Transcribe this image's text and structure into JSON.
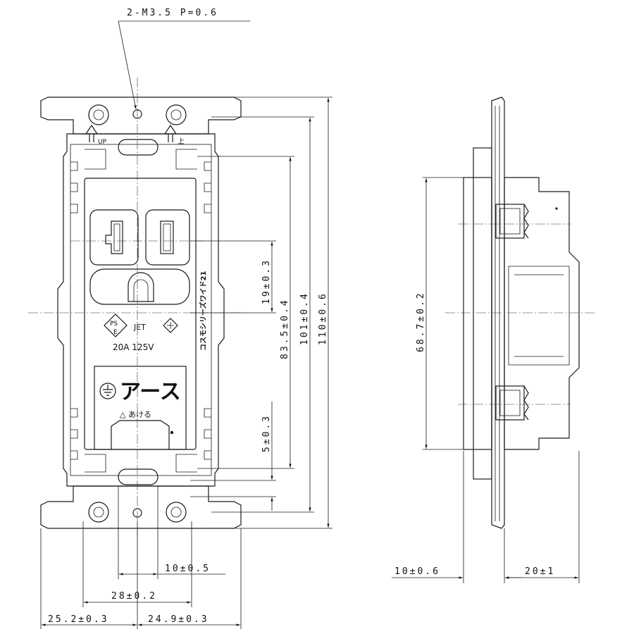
{
  "annotations": {
    "screw_spec": "2-M3.5 P=0.6"
  },
  "labels": {
    "up_arrow_left": "UP",
    "up_arrow_right": "上",
    "pse_top": "PS",
    "pse_bottom": "E",
    "jet": "JET",
    "rating": "20A 125V",
    "series_text": "コスモシリーズワイド21",
    "earth_label": "アース",
    "open_label": "△ あける"
  },
  "dimensions": {
    "vertical": {
      "d19": "19±0.3",
      "d83_5": "83.5±0.4",
      "d101": "101±0.4",
      "d110": "110±0.6",
      "d5": "5±0.3",
      "d68_7": "68.7±0.2"
    },
    "horizontal": {
      "d10": "10±0.5",
      "d28": "28±0.2",
      "d25_2": "25.2±0.3",
      "d24_9": "24.9±0.3",
      "d10_side": "10±0.6",
      "d20_side": "20±1"
    }
  }
}
